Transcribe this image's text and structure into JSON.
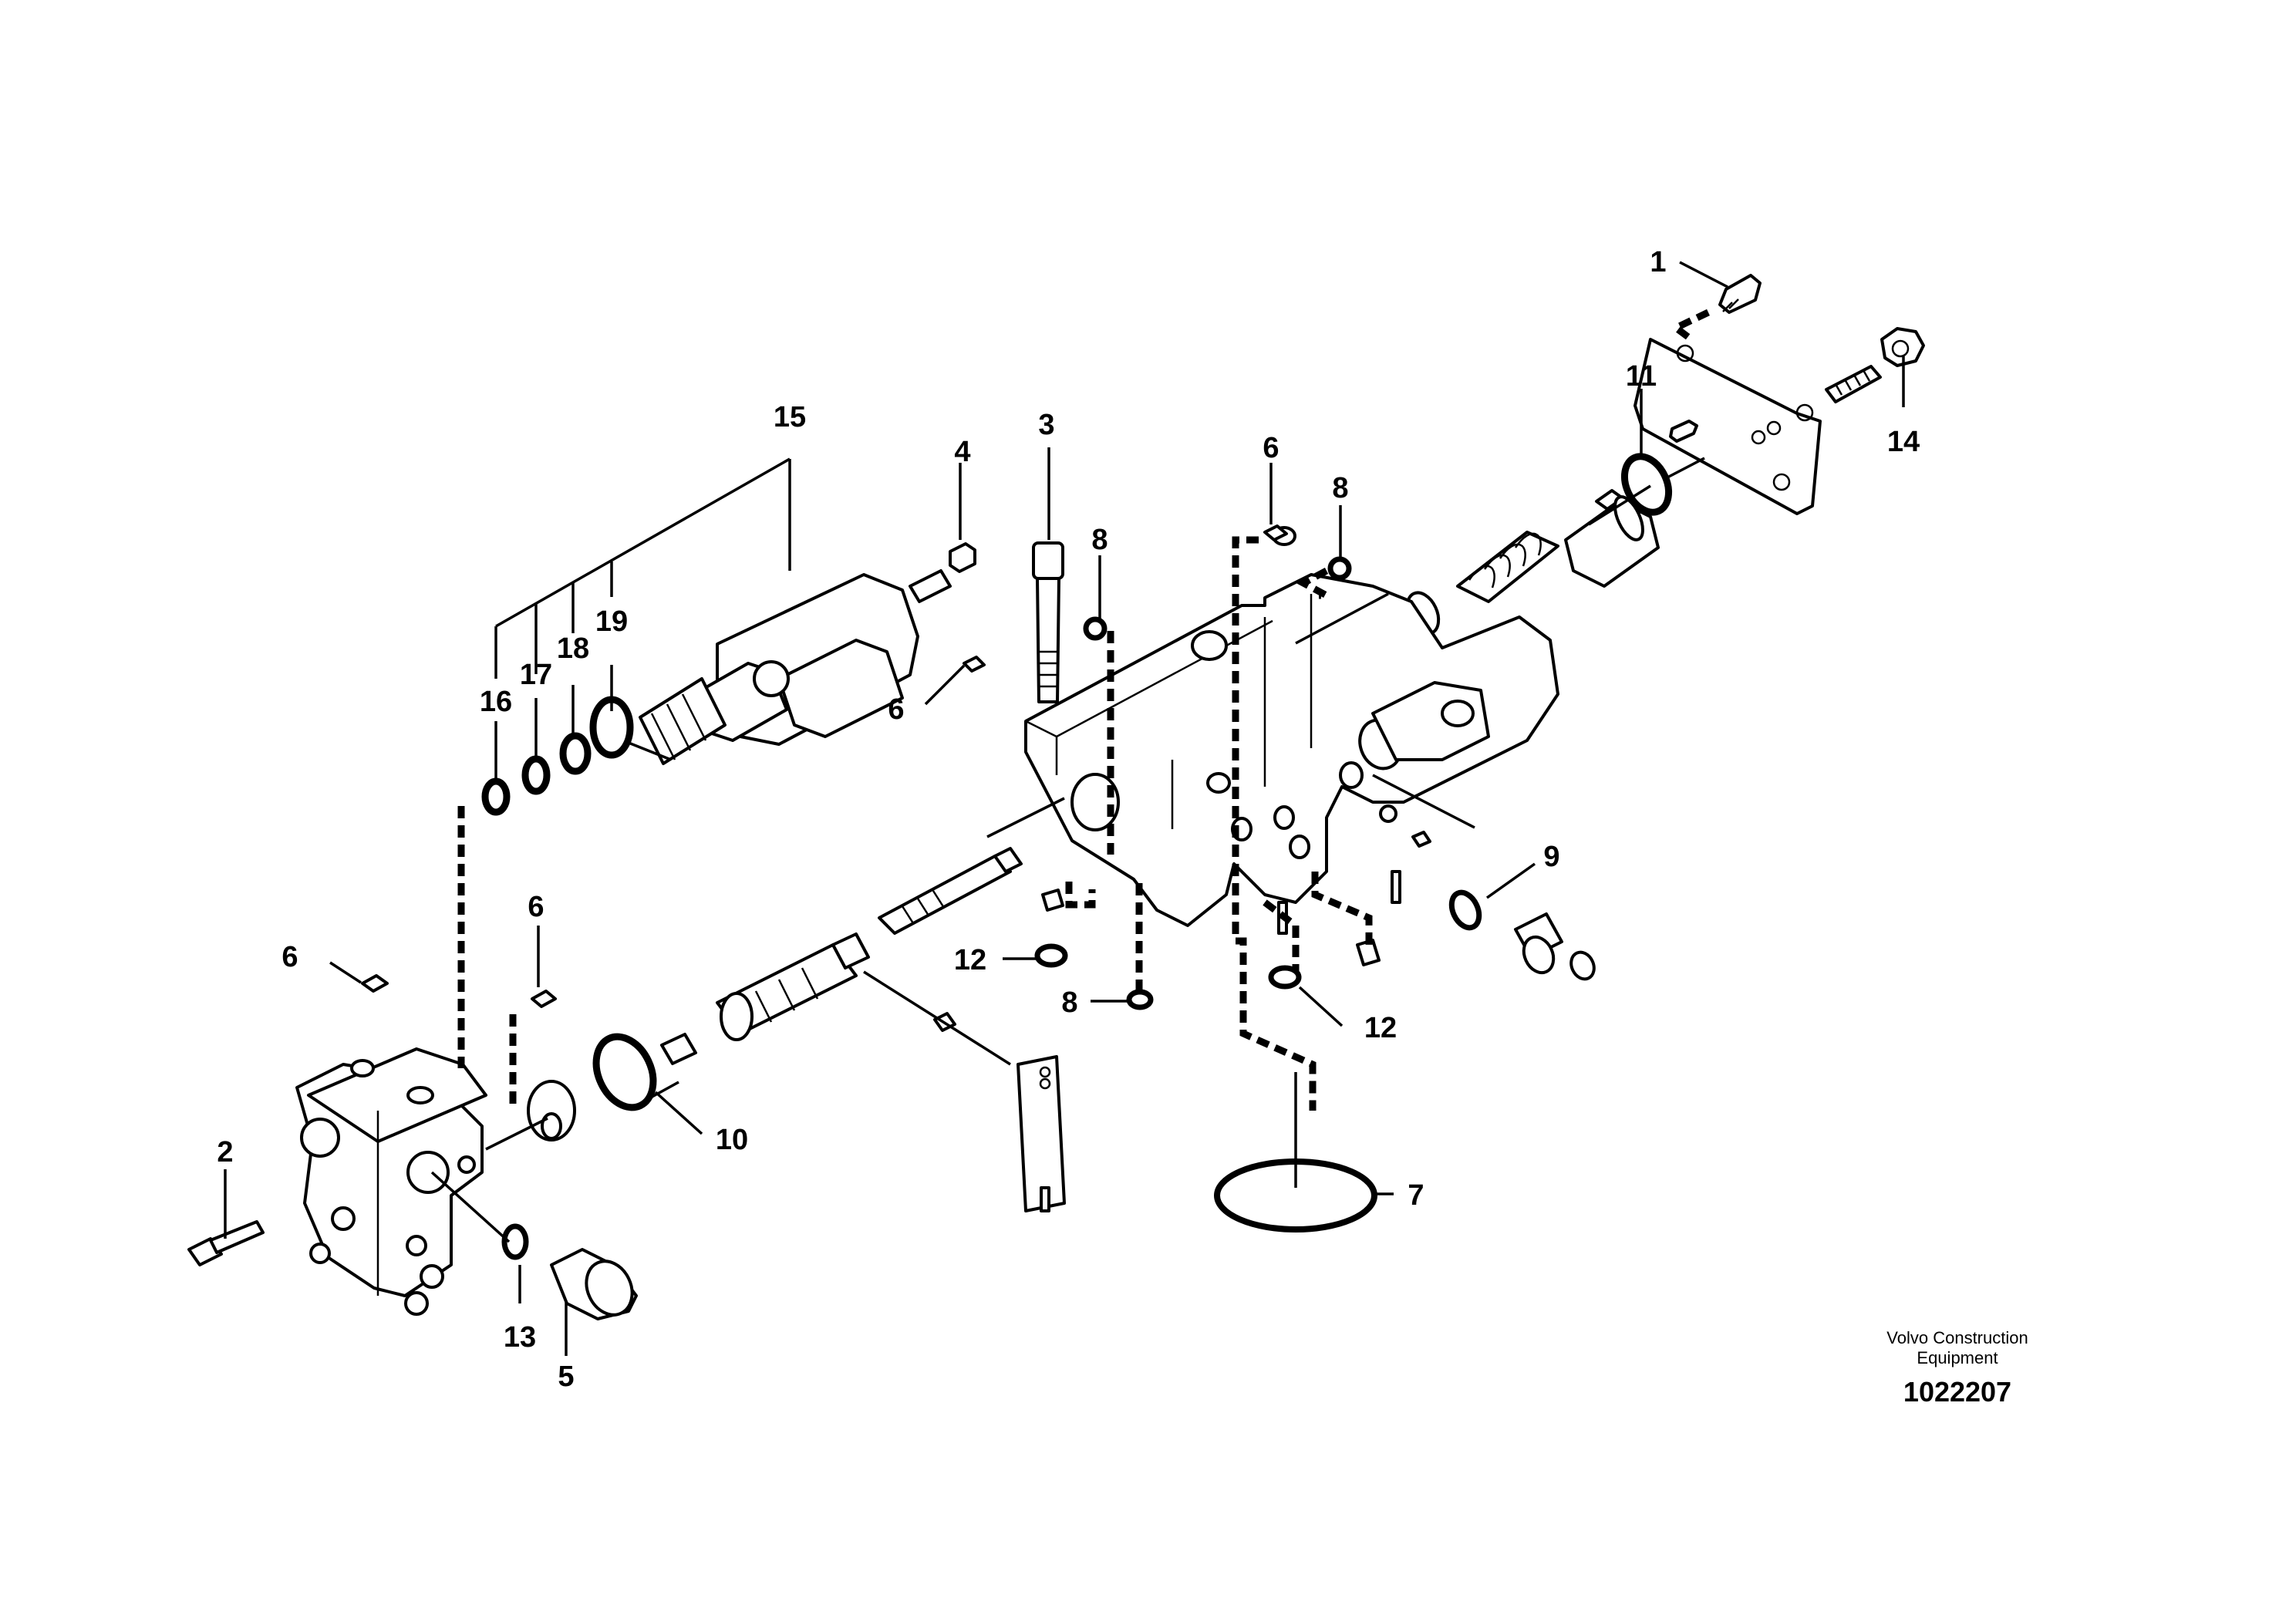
{
  "diagram": {
    "callouts": [
      "1",
      "2",
      "3",
      "4",
      "5",
      "6",
      "7",
      "8",
      "9",
      "10",
      "11",
      "12",
      "13",
      "14",
      "15",
      "16",
      "17",
      "18",
      "19"
    ],
    "footer": {
      "brand_line1": "Volvo Construction",
      "brand_line2": "Equipment",
      "figure_number": "1022207"
    }
  }
}
